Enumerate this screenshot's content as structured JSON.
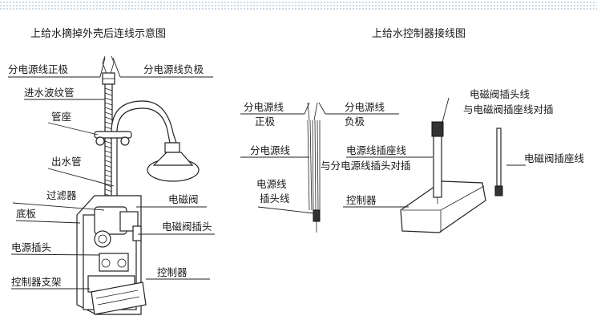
{
  "left_diagram": {
    "title": "上给水摘掉外壳后连线示意图",
    "labels": {
      "power_pos": "分电源线正极",
      "power_neg": "分电源线负极",
      "inlet_hose": "进水波纹管",
      "pipe_seat": "管座",
      "outlet_pipe": "出水管",
      "filter": "过滤器",
      "solenoid_valve": "电磁阀",
      "base_plate": "底板",
      "valve_plug": "电磁阀插头",
      "power_plug": "电源插头",
      "controller": "控制器",
      "controller_bracket": "控制器支架"
    }
  },
  "right_diagram": {
    "title": "上给水控制器接线图",
    "labels": {
      "power_line_pos_1": "分电源线",
      "power_line_pos_2": "正极",
      "power_line_neg_1": "分电源线",
      "power_line_neg_2": "负极",
      "power_line": "分电源线",
      "power_plug_wire_1": "电源线",
      "power_plug_wire_2": "插头线",
      "power_socket_wire_1": "电源线插座线",
      "power_socket_wire_2": "与分电源线插头对插",
      "valve_plug_wire_1": "电磁阀插头线",
      "valve_plug_wire_2": "与电磁阀插座线对插",
      "valve_socket_wire": "电磁阀插座线",
      "controller": "控制器"
    }
  }
}
